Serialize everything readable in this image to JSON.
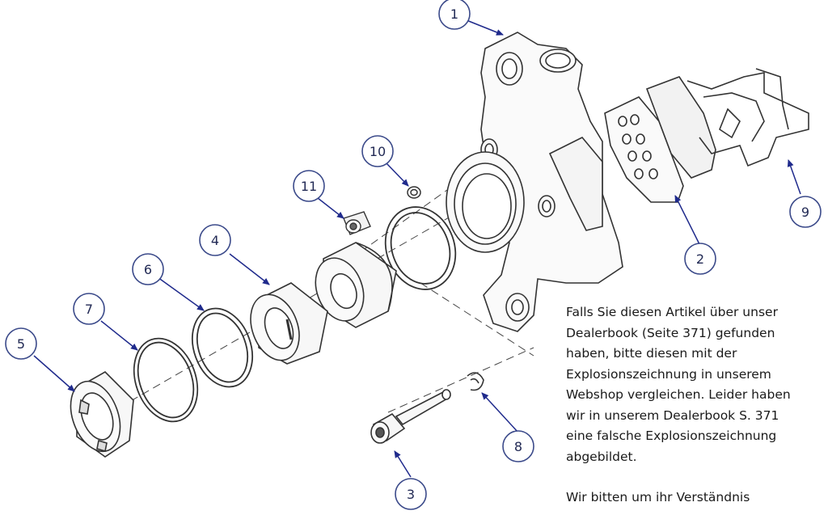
{
  "callouts": [
    {
      "id": "callout-1",
      "label": "1"
    },
    {
      "id": "callout-2",
      "label": "2"
    },
    {
      "id": "callout-3",
      "label": "3"
    },
    {
      "id": "callout-4",
      "label": "4"
    },
    {
      "id": "callout-5",
      "label": "5"
    },
    {
      "id": "callout-6",
      "label": "6"
    },
    {
      "id": "callout-7",
      "label": "7"
    },
    {
      "id": "callout-8",
      "label": "8"
    },
    {
      "id": "callout-9",
      "label": "9"
    },
    {
      "id": "callout-10",
      "label": "10"
    },
    {
      "id": "callout-11",
      "label": "11"
    }
  ],
  "note": {
    "lines": [
      "Falls Sie diesen Artikel über unser",
      "Dealerbook (Seite 371) gefunden",
      "haben, bitte diesen mit der",
      "Explosionszeichnung in unserem",
      "Webshop vergleichen. Leider haben",
      "wir in unserem Dealerbook S. 371",
      "eine falsche Explosionszeichnung",
      "abgebildet."
    ],
    "closing": "Wir bitten um ihr Verständnis"
  },
  "colors": {
    "callout_circle": "#3b4a8a",
    "leader_arrow": "#1f2a8c",
    "line_art": "#333333"
  }
}
